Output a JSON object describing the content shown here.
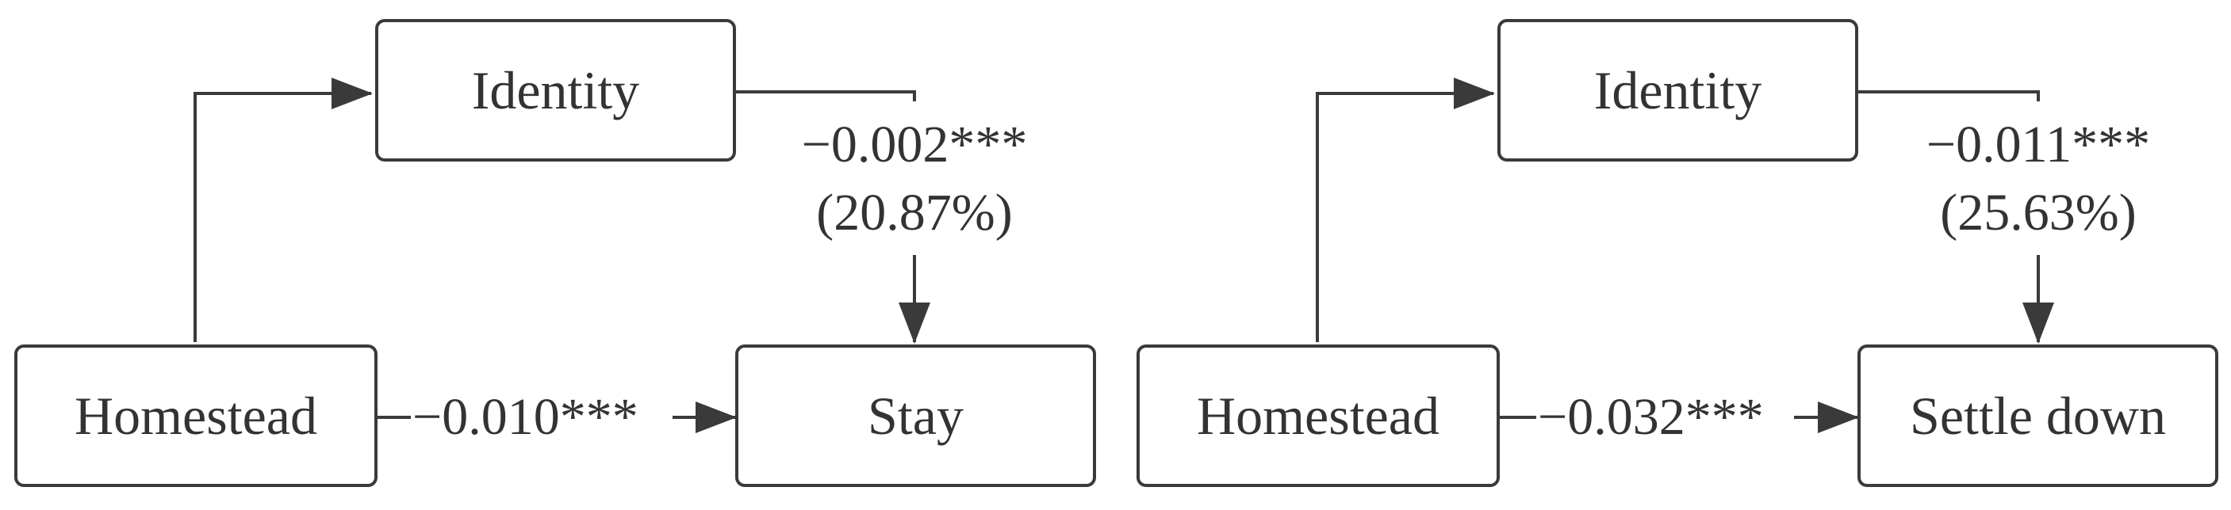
{
  "panels": [
    {
      "mediator": "Identity",
      "independent": "Homestead",
      "outcome": "Stay",
      "indirect_coef": "−0.002***",
      "indirect_share": "(20.87%)",
      "direct_coef": "−0.010***"
    },
    {
      "mediator": "Identity",
      "independent": "Homestead",
      "outcome": "Settle down",
      "indirect_coef": "−0.011***",
      "indirect_share": "(25.63%)",
      "direct_coef": "−0.032***"
    }
  ],
  "colors": {
    "stroke": "#3a3a3a",
    "text": "#333333"
  }
}
